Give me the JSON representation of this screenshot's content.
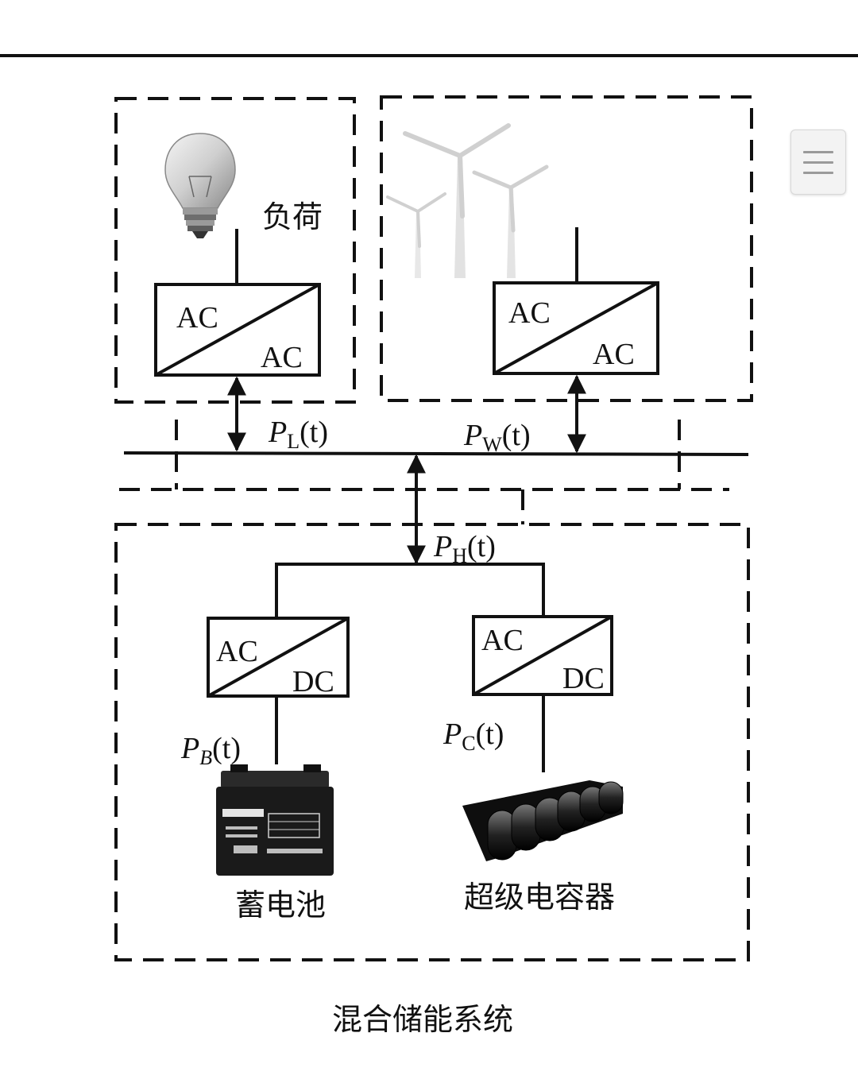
{
  "diagram": {
    "top_rule": true,
    "load": {
      "label": "负荷",
      "icon": "light-bulb-icon"
    },
    "wind": {
      "icon": "wind-turbines-icon"
    },
    "converters": {
      "load": {
        "top": "AC",
        "bottom": "AC"
      },
      "wind": {
        "top": "AC",
        "bottom": "AC"
      },
      "battery": {
        "top": "AC",
        "bottom": "DC"
      },
      "supercap": {
        "top": "AC",
        "bottom": "DC"
      }
    },
    "flows": {
      "load": {
        "sym": "P",
        "sub": "L",
        "arg": "(t)"
      },
      "wind": {
        "sym": "P",
        "sub": "W",
        "arg": "(t)"
      },
      "hybrid": {
        "sym": "P",
        "sub": "H",
        "arg": "(t)"
      },
      "battery": {
        "sym": "P",
        "sub": "B",
        "arg": "(t)"
      },
      "supercap": {
        "sym": "P",
        "sub": "C",
        "arg": "(t)"
      }
    },
    "battery_label": "蓄电池",
    "supercap_label": "超级电容器",
    "caption": "混合储能系统"
  },
  "ui": {
    "menu_icon": "hamburger-menu-icon"
  }
}
